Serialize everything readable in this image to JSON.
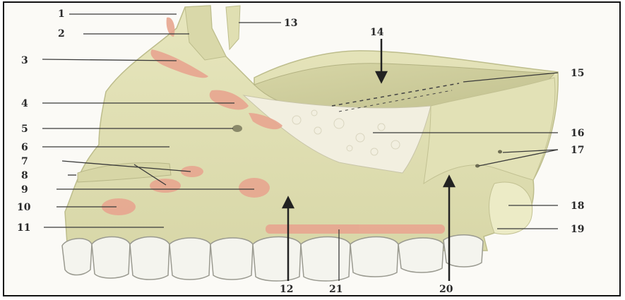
{
  "diagram": {
    "subject": "maxilla lateral view",
    "labels": [
      "1",
      "2",
      "3",
      "4",
      "5",
      "6",
      "7",
      "8",
      "9",
      "10",
      "11",
      "12",
      "13",
      "14",
      "15",
      "16",
      "17",
      "18",
      "19",
      "20",
      "21"
    ]
  },
  "colors": {
    "bone": "#e4e3b8",
    "bone_shade": "#c9c99a",
    "cancellous": "#f2efe0",
    "marking": "#e8a690",
    "tooth": "#f4f4ee",
    "tooth_outline": "#9a9a90",
    "leader": "#3a3a3a"
  }
}
